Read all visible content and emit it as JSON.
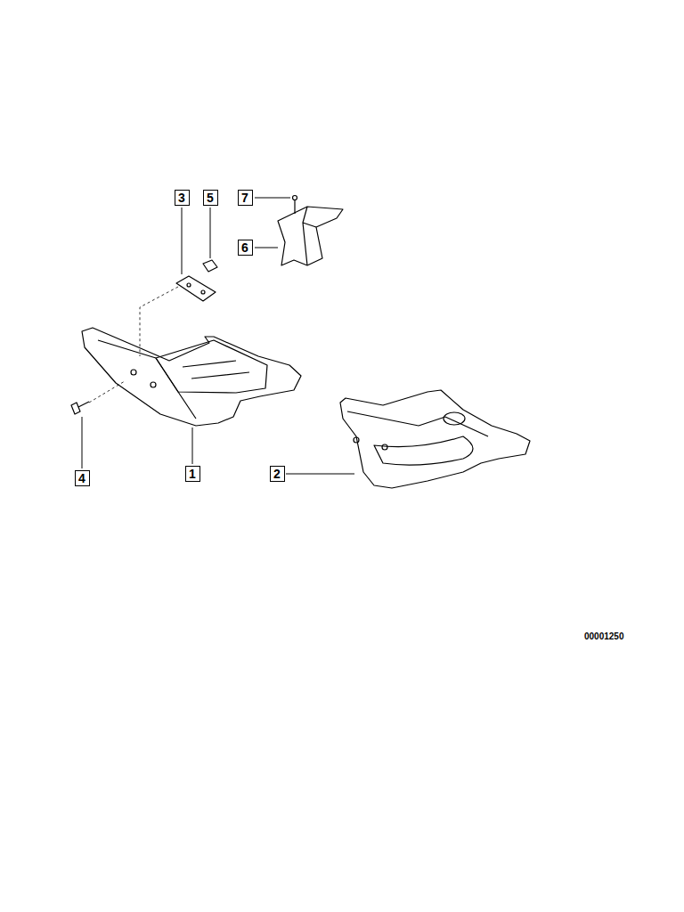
{
  "diagram": {
    "nodes": [
      {
        "text": [
          "3"
        ]
      },
      {
        "text": [
          "5"
        ]
      },
      {
        "text": [
          "7"
        ]
      },
      {
        "text": [
          "6"
        ]
      },
      {
        "text": [
          "4"
        ]
      },
      {
        "text": [
          "1"
        ]
      },
      {
        "text": [
          "2"
        ]
      }
    ],
    "labels": [
      "00001250"
    ]
  }
}
